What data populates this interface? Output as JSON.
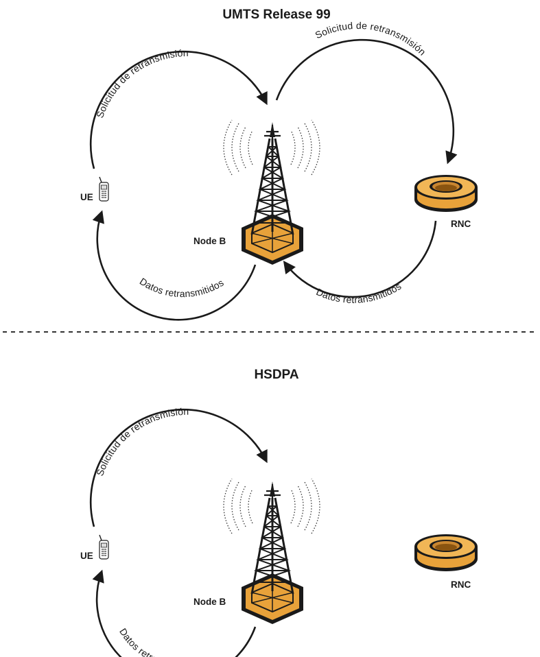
{
  "sections": [
    {
      "title": "UMTS Release 99",
      "ue_label": "UE",
      "nodeb_label": "Node B",
      "rnc_label": "RNC",
      "arcs": [
        {
          "text": "Solicitud de retransmisión"
        },
        {
          "text": "Solicitud de retransmisión"
        },
        {
          "text": "Datos retransmitidos"
        },
        {
          "text": "Datos retransmitidos"
        }
      ]
    },
    {
      "title": "HSDPA",
      "ue_label": "UE",
      "nodeb_label": "Node B",
      "rnc_label": "RNC",
      "arcs": [
        {
          "text": "Solicitud de retransmisión"
        },
        {
          "text": "Datos retransmitidos"
        }
      ]
    }
  ],
  "colors": {
    "orange": "#E8A23A",
    "orange_dark": "#B8741F",
    "stroke": "#1a1a1a",
    "divider": "#333333"
  },
  "icons": [
    "mobile-phone-icon",
    "cell-tower-icon",
    "rnc-server-icon"
  ]
}
